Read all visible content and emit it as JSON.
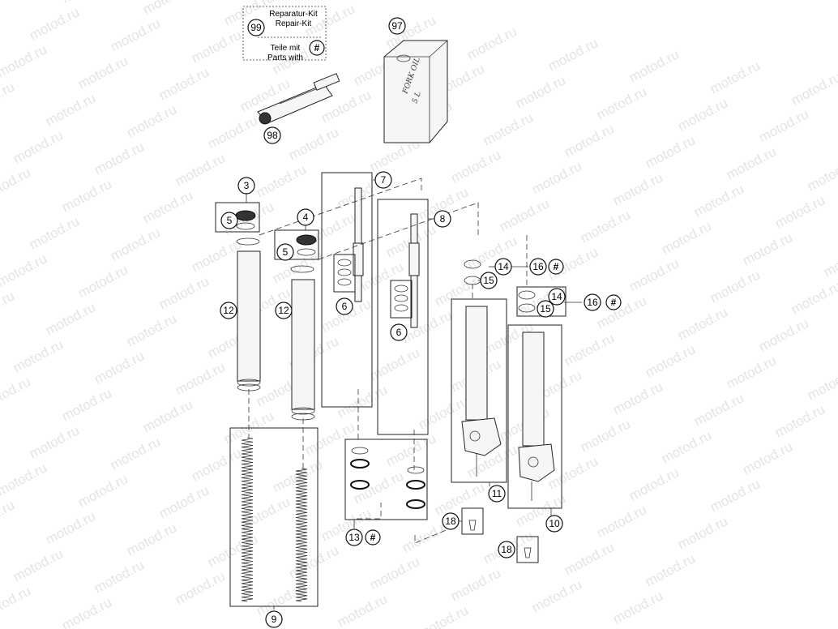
{
  "watermark": "motod.ru",
  "legend": {
    "repair_kit_line1": "Reparatur-Kit",
    "repair_kit_line2": "Repair-Kit",
    "parts_with_line1": "Teile mit",
    "parts_with_line2": "Parts with",
    "hash_symbol": "#"
  },
  "oil_can_label": {
    "line1": "FORK OIL",
    "line2": "5 L"
  },
  "callouts": {
    "c99": "99",
    "c98": "98",
    "c97": "97",
    "c3": "3",
    "c4": "4",
    "c5a": "5",
    "c5b": "5",
    "c7": "7",
    "c8": "8",
    "c6a": "6",
    "c6b": "6",
    "c12a": "12",
    "c12b": "12",
    "c14a": "14",
    "c15a": "15",
    "c16a": "16",
    "c14b": "14",
    "c15b": "15",
    "c16b": "16",
    "c11": "11",
    "c10": "10",
    "c18a": "18",
    "c18b": "18",
    "c13": "13",
    "c9": "9",
    "h16a": "#",
    "h16b": "#",
    "h13": "#"
  }
}
